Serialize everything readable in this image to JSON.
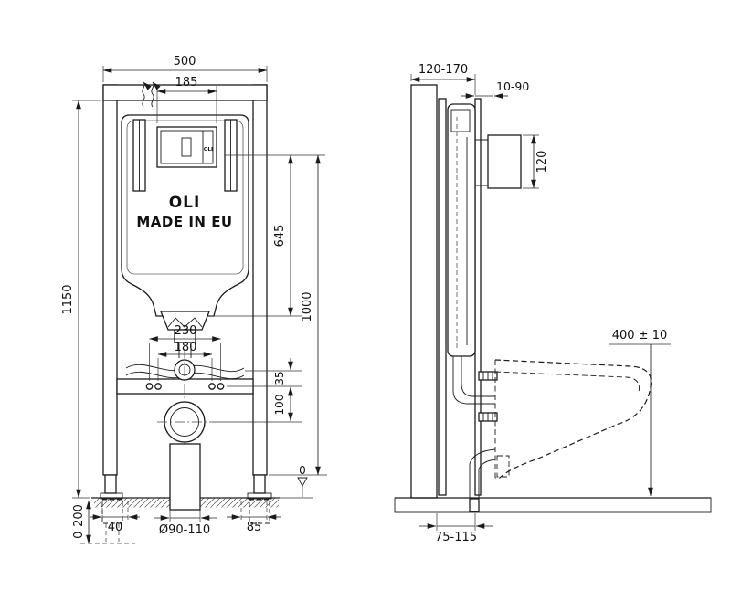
{
  "front": {
    "brand": "OLI",
    "made_in": "MADE IN EU",
    "plate_logo": "OLI",
    "dim_width": "500",
    "dim_plate_width": "185",
    "dim_height": "1150",
    "dim_cistern": "645",
    "dim_frame": "1000",
    "dim_span_outer": "230",
    "dim_span_inner": "180",
    "dim_gap": "35",
    "dim_outlet_h": "100",
    "dim_feet": "0-200",
    "dim_left_offset": "40",
    "dim_outlet_dia": "Ø90-110",
    "dim_right_offset": "85",
    "level_zero": "0"
  },
  "side": {
    "dim_depth": "120-170",
    "dim_finish": "10-90",
    "dim_plate_h": "120",
    "dim_bowl_h": "400 ± 10",
    "dim_outlet_off": "75-115"
  }
}
